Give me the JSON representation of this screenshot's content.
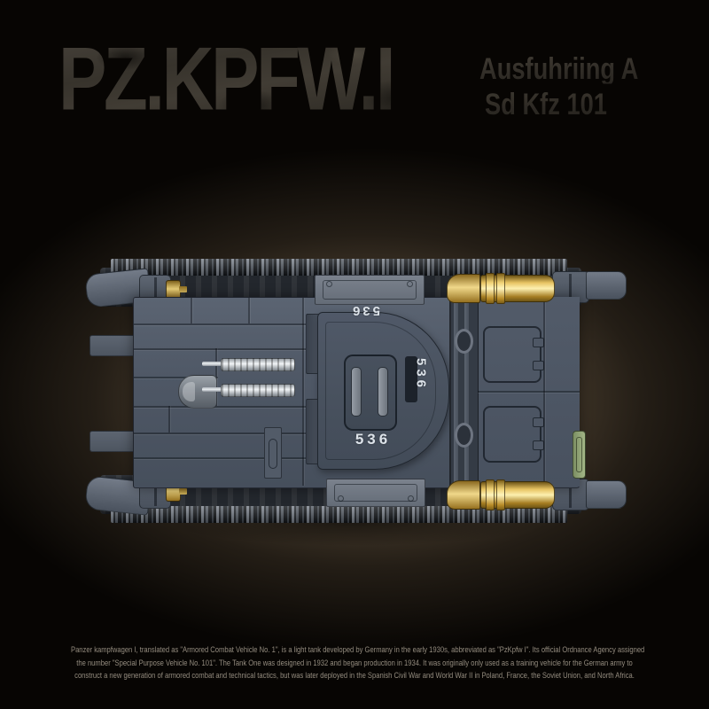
{
  "title": {
    "main": "PZ.KPFW.I",
    "subtitle_line1": "Ausfuhriing A",
    "subtitle_line2": "Sd Kfz 101"
  },
  "tank": {
    "markings": {
      "top_inverted": "536",
      "side_vertical": "536",
      "front": "536"
    }
  },
  "description": {
    "line1": "Panzer kampfwagen I, translated as \"Armored Combat Vehicle No. 1\", is a light tank developed by Germany in the early 1930s, abbreviated as \"PzKpfw I\". Its official Ordnance Agency assigned",
    "line2": "the number \"Special Purpose Vehicle No. 101\". The Tank One was designed in 1932 and began production in 1934. It was originally only used as a training vehicle for the German army to",
    "line3": "construct a new generation of armored combat and technical tactics, but was later deployed in the Spanish Civil War and World War II in Poland, France, the Soviet Union, and North Africa."
  },
  "colors": {
    "background_glow": "#5a4c3a",
    "title_text": "#3a362f",
    "hull_grey": "#515b69",
    "track_dark": "#23272d",
    "gold_accent": "#e8c463",
    "marking_text": "#dde3e9",
    "tool_green": "#96a87c",
    "description_text": "#948c7f"
  }
}
